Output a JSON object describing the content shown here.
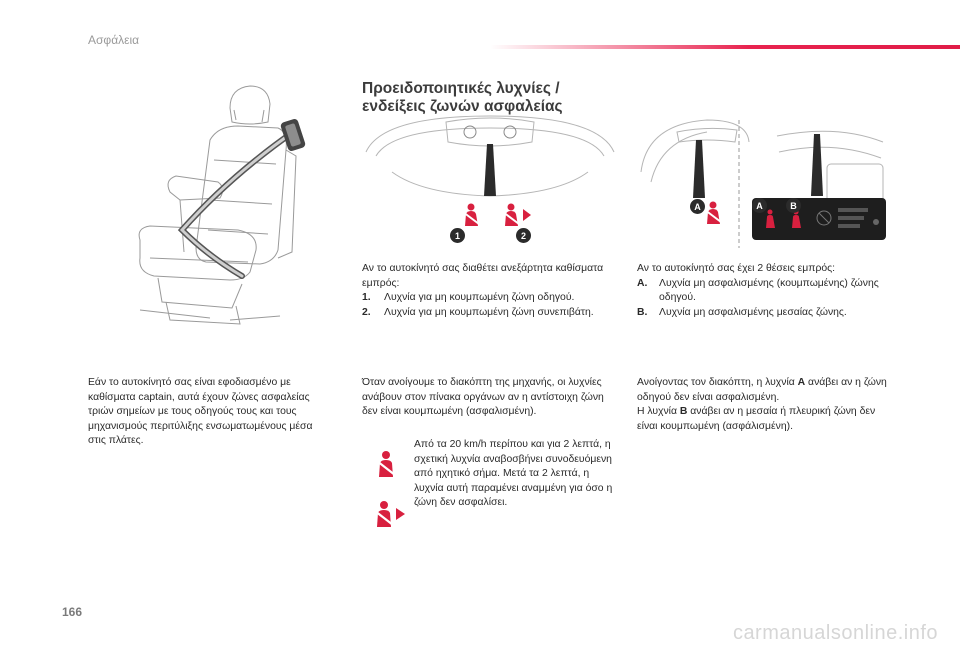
{
  "header": {
    "section_title": "Ασφάλεια"
  },
  "footer": {
    "page_number": "166",
    "watermark": "carmanualsonline.info"
  },
  "main": {
    "heading_line1": "Προειδοποιητικές λυχνίες /",
    "heading_line2": "ενδείξεις ζωνών ασφαλείας",
    "left_text": "Εάν το αυτοκίνητό σας είναι εφοδιασμένο με καθίσματα captain, αυτά έχουν ζώνες ασφαλείας τριών σημείων με τους οδηγούς τους και τους μηχανισμούς περιτύλιξης ενσωματωμένους μέσα στις πλάτες.",
    "middle": {
      "intro": "Αν το αυτοκίνητό σας διαθέτει ανεξάρτητα καθίσματα εμπρός:",
      "items": [
        {
          "label": "1.",
          "text": "Λυχνία για μη κουμπωμένη ζώνη οδηγού."
        },
        {
          "label": "2.",
          "text": "Λυχνία για μη κουμπωμένη ζώνη συνεπιβάτη."
        }
      ],
      "ignition_text": "Όταν ανοίγουμε το διακόπτη της μηχανής, οι λυχνίες ανάβουν στον πίνακα οργάνων αν η αντίστοιχη ζώνη δεν είναι κουμπωμένη (ασφαλισμένη).",
      "speed_text": "Από τα 20 km/h περίπου και για 2 λεπτά, η σχετική λυχνία αναβοσβήνει συνοδευόμενη από ηχητικό σήμα. Μετά τα 2 λεπτά, η λυχνία αυτή παραμένει αναμμένη για όσο η ζώνη δεν ασφαλίσει."
    },
    "right": {
      "intro": "Αν το αυτοκίνητό σας έχει 2 θέσεις εμπρός:",
      "items": [
        {
          "label": "A.",
          "text": "Λυχνία μη ασφαλισμένης (κουμπωμένης) ζώνης οδηγού."
        },
        {
          "label": "B.",
          "text": "Λυχνία μη ασφαλισμένης μεσαίας ζώνης."
        }
      ],
      "text_before_a": "Ανοίγοντας τον διακόπτη, η λυχνία ",
      "label_a": "A",
      "text_after_a": " ανάβει αν η ζώνη οδηγού δεν είναι ασφαλισμένη.",
      "text_before_b": "Η λυχνία ",
      "label_b": "B",
      "text_after_b": " ανάβει αν η μεσαία ή πλευρική ζώνη δεν είναι κουμπωμένη (ασφάλισμένη)."
    },
    "figure_markers": {
      "one": "1",
      "two": "2",
      "a": "A",
      "b": "B"
    },
    "colors": {
      "warning_red": "#d8203f",
      "accent_rule": "#e8234f"
    },
    "icons": [
      "seat-illustration",
      "instrument-panel-illustration",
      "seatbelt-warning-icon",
      "seatbelt-warning-flashing-icon"
    ]
  }
}
